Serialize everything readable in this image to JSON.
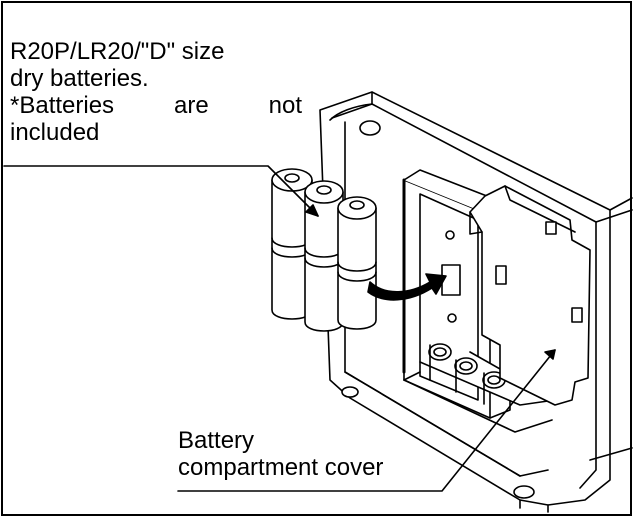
{
  "battery_callout": {
    "line1": "R20P/LR20/\"D\" size",
    "line2": "dry batteries.",
    "line3_words": [
      "*Batteries",
      "are",
      "not"
    ],
    "line4": "included"
  },
  "cover_callout": {
    "line1": "Battery",
    "line2": "compartment cover"
  }
}
